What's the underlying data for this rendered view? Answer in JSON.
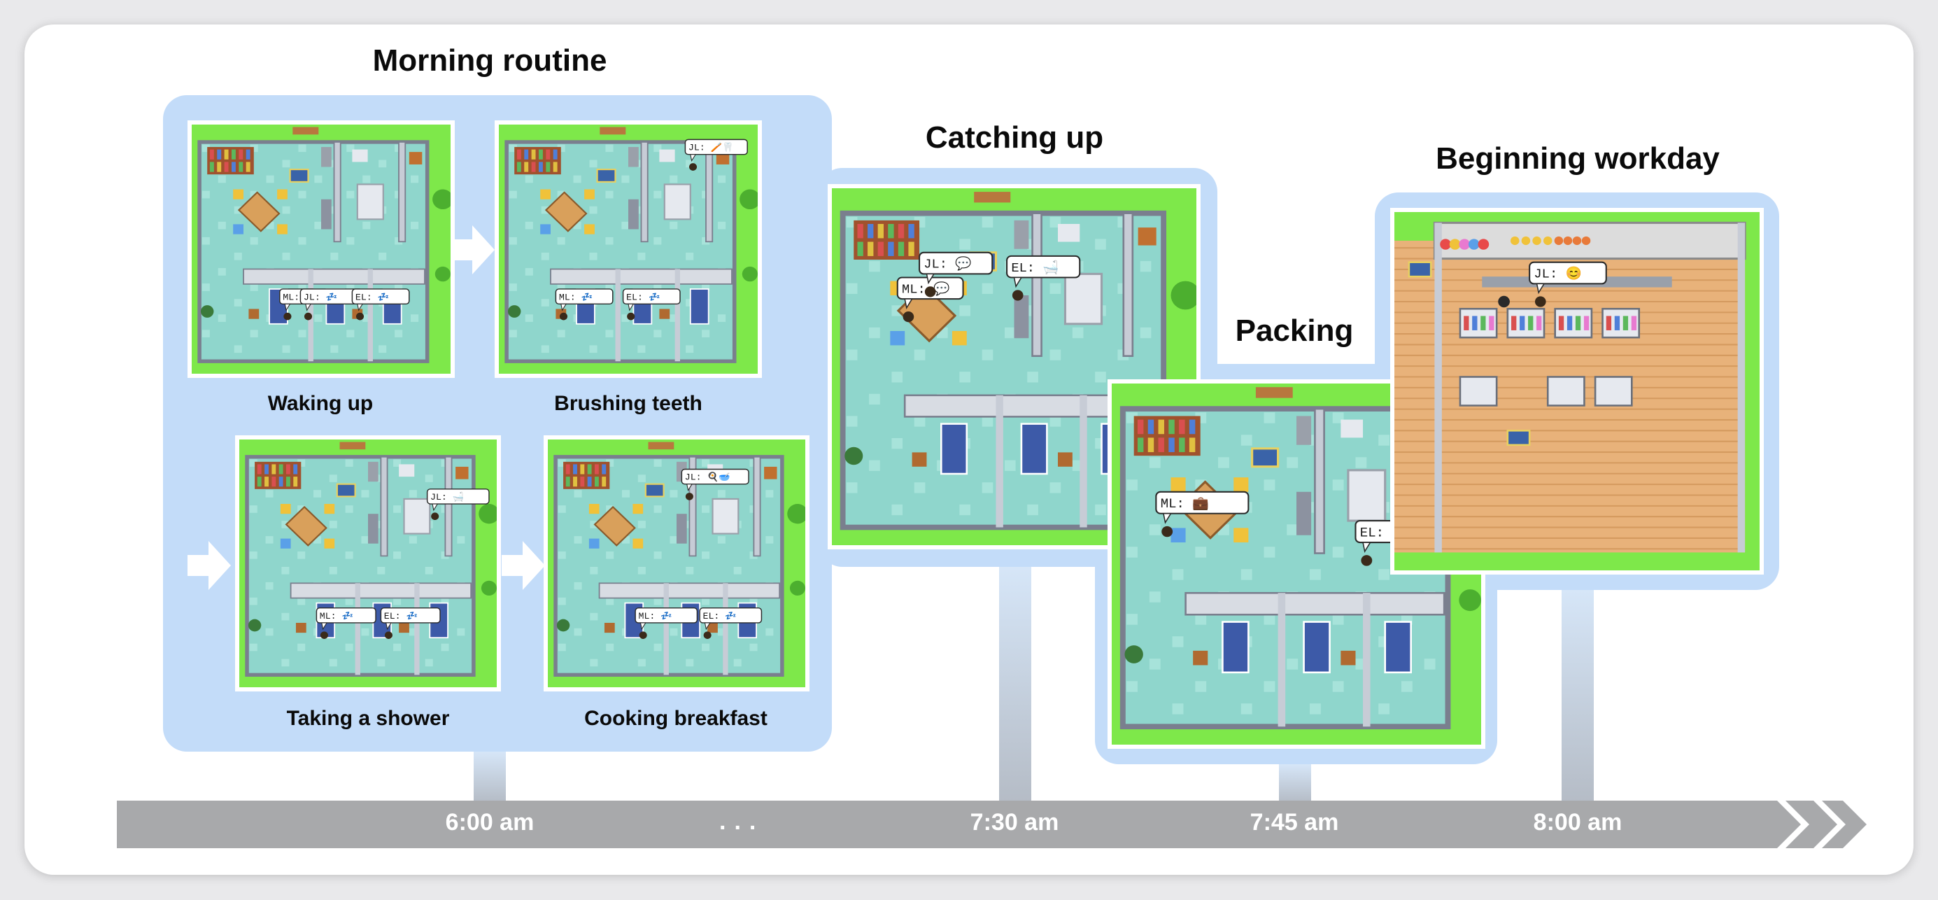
{
  "sections": {
    "morning": "Morning routine",
    "catching": "Catching up",
    "packing": "Packing",
    "workday": "Beginning workday"
  },
  "captions": {
    "waking": "Waking up",
    "brushing": "Brushing teeth",
    "shower": "Taking a shower",
    "breakfast": "Cooking breakfast"
  },
  "timeline": {
    "t1": "6:00 am",
    "ellipsis": "...",
    "t2": "7:30 am",
    "t3": "7:45 am",
    "t4": "8:00 am"
  },
  "bubbles": {
    "waking_ml": "ML:",
    "waking_jl": "JL: 💤",
    "waking_el": "EL: 💤",
    "brushing_jl": "JL: 🪥🦷",
    "brushing_ml": "ML: 💤",
    "brushing_el": "EL: 💤",
    "shower_jl": "JL: 🛁",
    "shower_ml": "ML: 💤",
    "shower_el": "EL: 💤",
    "breakfast_jl": "JL: 🍳🥣",
    "breakfast_ml": "ML: 💤",
    "breakfast_el": "EL: 💤",
    "catching_jl": "JL: 💬",
    "catching_ml": "ML: 💬",
    "catching_el": "EL: 🛁",
    "packing_ml": "ML: 💼",
    "packing_el": "EL: 📰",
    "workday_jl": "JL: 😊"
  },
  "colors": {
    "panel": "#c3dcf9",
    "grass": "#7ee84a",
    "floor": "#8fd6cc",
    "wall": "#7a7f8e",
    "timebar": "#a8a9ab",
    "wood": "#e8b27a"
  }
}
